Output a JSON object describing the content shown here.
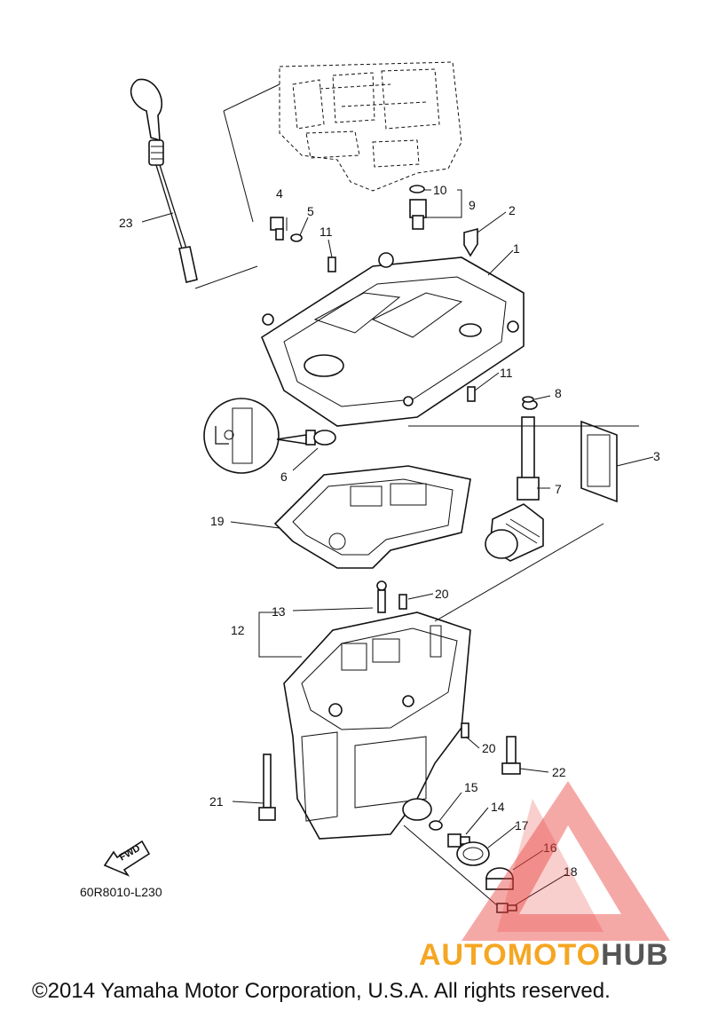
{
  "diagram": {
    "reference_code": "60R8010-L230",
    "fwd_label": "FWD",
    "copyright": "©2014 Yamaha Motor Corporation, U.S.A. All rights reserved.",
    "watermark": {
      "part_a": "AUTOMOTO",
      "part_b": "HUB",
      "color_a": "#f5a623",
      "color_b": "#555555",
      "triangle_color": "#e8413c"
    },
    "callouts": [
      "1",
      "2",
      "3",
      "4",
      "5",
      "6",
      "7",
      "8",
      "9",
      "10",
      "11",
      "11",
      "12",
      "13",
      "14",
      "15",
      "16",
      "17",
      "18",
      "19",
      "20",
      "20",
      "21",
      "22",
      "23"
    ]
  }
}
